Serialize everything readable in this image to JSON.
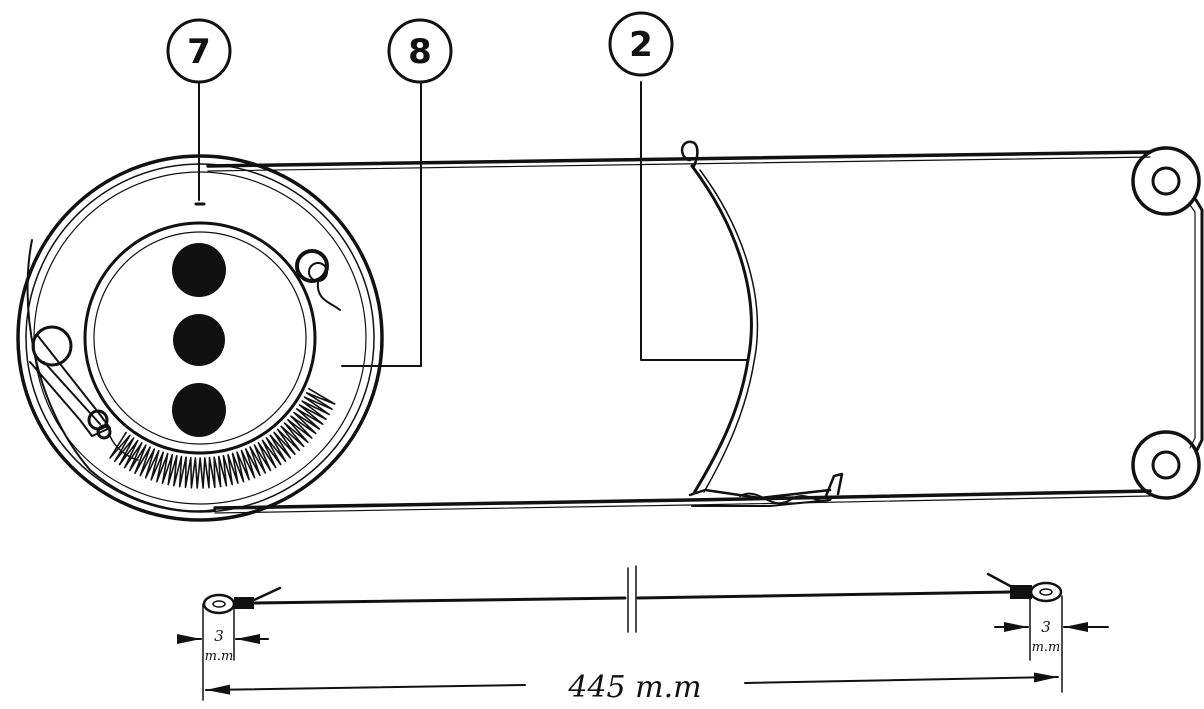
{
  "diagram": {
    "callouts": [
      {
        "id": "c7",
        "label": "7"
      },
      {
        "id": "c8",
        "label": "8"
      },
      {
        "id": "c2",
        "label": "2"
      }
    ],
    "dimensions": {
      "left_gap": {
        "value": "3",
        "unit": "m.m"
      },
      "right_gap": {
        "value": "3",
        "unit": "m.m"
      },
      "total_length": "445 m.m"
    },
    "colors": {
      "ink": "#111111",
      "paper": "#ffffff"
    }
  }
}
